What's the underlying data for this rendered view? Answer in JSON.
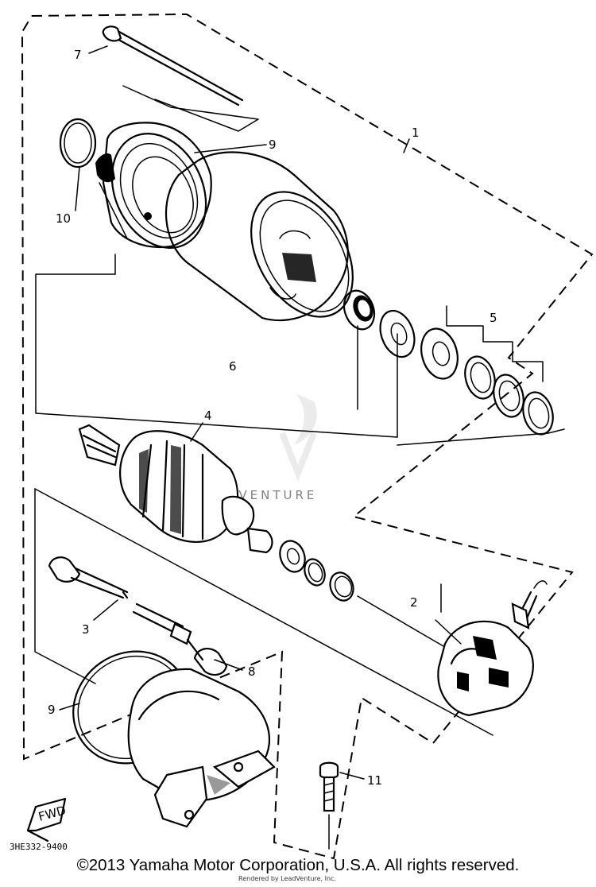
{
  "callouts": {
    "c1": "1",
    "c2": "2",
    "c3": "3",
    "c4": "4",
    "c5": "5",
    "c6": "6",
    "c7": "7",
    "c8": "8",
    "c9a": "9",
    "c9b": "9",
    "c10": "10",
    "c11": "11"
  },
  "fwd_label": "FWD",
  "drawing_code": "3HE332-9400",
  "watermark": "LEADVENTURE",
  "copyright": "©2013 Yamaha Motor Corporation, U.S.A. All rights reserved.",
  "rendered_by": "Rendered by LeadVenture, Inc."
}
